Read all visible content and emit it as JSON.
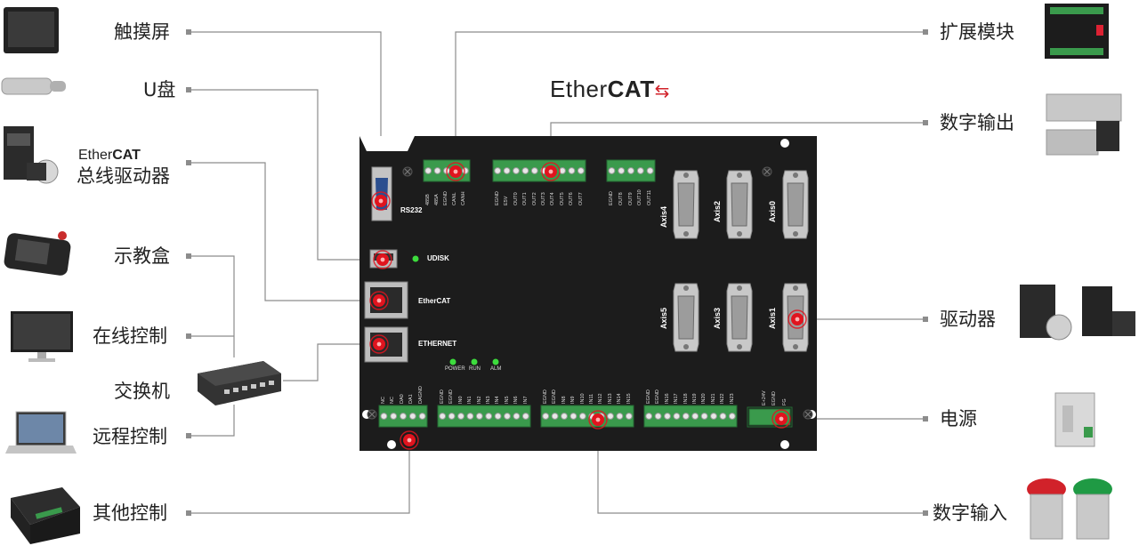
{
  "labels_left": [
    "触摸屏",
    "U盘",
    "总线驱动器",
    "示教盒",
    "在线控制",
    "交换机",
    "远程控制",
    "其他控制"
  ],
  "labels_right": [
    "扩展模块",
    "数字输出",
    "驱动器",
    "电源",
    "数字输入"
  ],
  "ethercat_logo": {
    "light": "Ether",
    "bold": "CAT"
  },
  "board": {
    "rs232": "RS232",
    "udisk": "UDISK",
    "ethercat_port": "EtherCAT",
    "ethernet_port": "ETHERNET",
    "leds": [
      "POWER",
      "RUN",
      "ALM"
    ],
    "axes": [
      "Axis4",
      "Axis2",
      "Axis0",
      "Axis5",
      "Axis3",
      "Axis1"
    ],
    "pins_can": [
      "485B",
      "485A",
      "EGND",
      "CANL",
      "CANH"
    ],
    "pins_out_a": [
      "EGND",
      "E5V",
      "OUT0",
      "OUT1",
      "OUT2",
      "OUT3",
      "OUT4",
      "OUT5",
      "OUT6",
      "OUT7"
    ],
    "pins_out_b": [
      "EGND",
      "OUT8",
      "OUT9",
      "OUT10",
      "OUT11"
    ],
    "pins_da": [
      "NC",
      "NC",
      "DA0",
      "DA1",
      "DAGND"
    ],
    "pins_in_a": [
      "EGND",
      "EGND",
      "IN0",
      "IN1",
      "IN2",
      "IN3",
      "IN4",
      "IN5",
      "IN6",
      "IN7"
    ],
    "pins_in_b": [
      "EGND",
      "EGND",
      "IN8",
      "IN9",
      "IN10",
      "IN11",
      "IN12",
      "IN13",
      "IN14",
      "IN15"
    ],
    "pins_in_c": [
      "EGND",
      "EGND",
      "IN16",
      "IN17",
      "IN18",
      "IN19",
      "IN20",
      "IN21",
      "IN22",
      "IN23"
    ],
    "pins_power": [
      "E+24V",
      "EGND",
      "FG"
    ]
  },
  "colors": {
    "board": "#1c1c1c",
    "terminal": "#3a9a4c",
    "marker": "#e0141e",
    "line": "#8c8c8c"
  }
}
